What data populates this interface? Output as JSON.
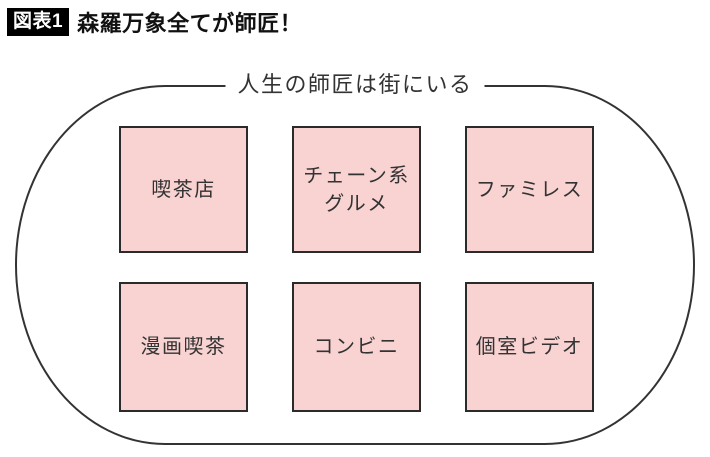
{
  "header": {
    "badge": "図表1",
    "title": "森羅万象全てが師匠！"
  },
  "diagram": {
    "outline_label": "人生の師匠は街にいる",
    "boxes": [
      {
        "label": "喫茶店"
      },
      {
        "label": "チェーン系\nグルメ"
      },
      {
        "label": "ファミレス"
      },
      {
        "label": "漫画喫茶"
      },
      {
        "label": "コンビニ"
      },
      {
        "label": "個室ビデオ"
      }
    ],
    "colors": {
      "box_fill": "#f9d2d2",
      "box_border": "#2b2b2b",
      "outline": "#333333",
      "text": "#333333",
      "badge_bg": "#000000",
      "badge_text": "#ffffff",
      "title_text": "#111111",
      "background": "#ffffff"
    }
  }
}
